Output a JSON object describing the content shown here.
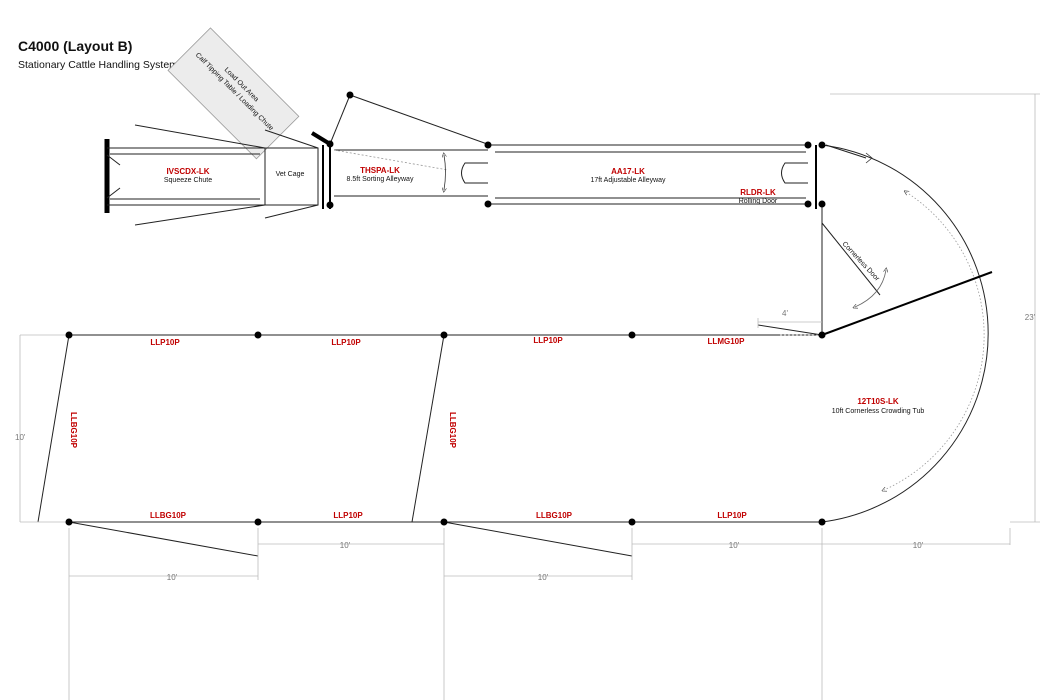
{
  "header": {
    "title": "C4000 (Layout B)",
    "subtitle": "Stationary Cattle Handling System"
  },
  "load_out": {
    "line1": "Load Out Area",
    "line2": "Calf Tipping Table / Loading Chute"
  },
  "components": {
    "squeeze": {
      "code": "IVSCDX-LK",
      "desc": "Squeeze Chute"
    },
    "vet_cage": {
      "label": "Vet Cage"
    },
    "sorting": {
      "code": "THSPA-LK",
      "desc": "8.5ft Sorting Alleyway"
    },
    "alleyway": {
      "code": "AA17-LK",
      "desc": "17ft Adjustable Alleyway"
    },
    "rolling": {
      "code": "RLDR-LK",
      "desc": "Rolling Door"
    },
    "cornerless_door": {
      "label": "Cornerless Door"
    },
    "tub": {
      "code": "12T10S-LK",
      "desc": "10ft Cornerless Crowding Tub"
    }
  },
  "panels": {
    "top": [
      "LLP10P",
      "LLP10P",
      "LLP10P",
      "LLMG10P"
    ],
    "bottom": [
      "LLBG10P",
      "LLP10P",
      "LLBG10P",
      "LLP10P"
    ],
    "gate_left": "LLBG10P",
    "gate_mid": "LLBG10P"
  },
  "dimensions": {
    "four": "4'",
    "twentythree": "23'",
    "ten_left": "10'",
    "ten_b1": "10'",
    "ten_b2": "10'",
    "ten_b3": "10'",
    "ten_b4": "10'",
    "ten_b5": "10'"
  }
}
